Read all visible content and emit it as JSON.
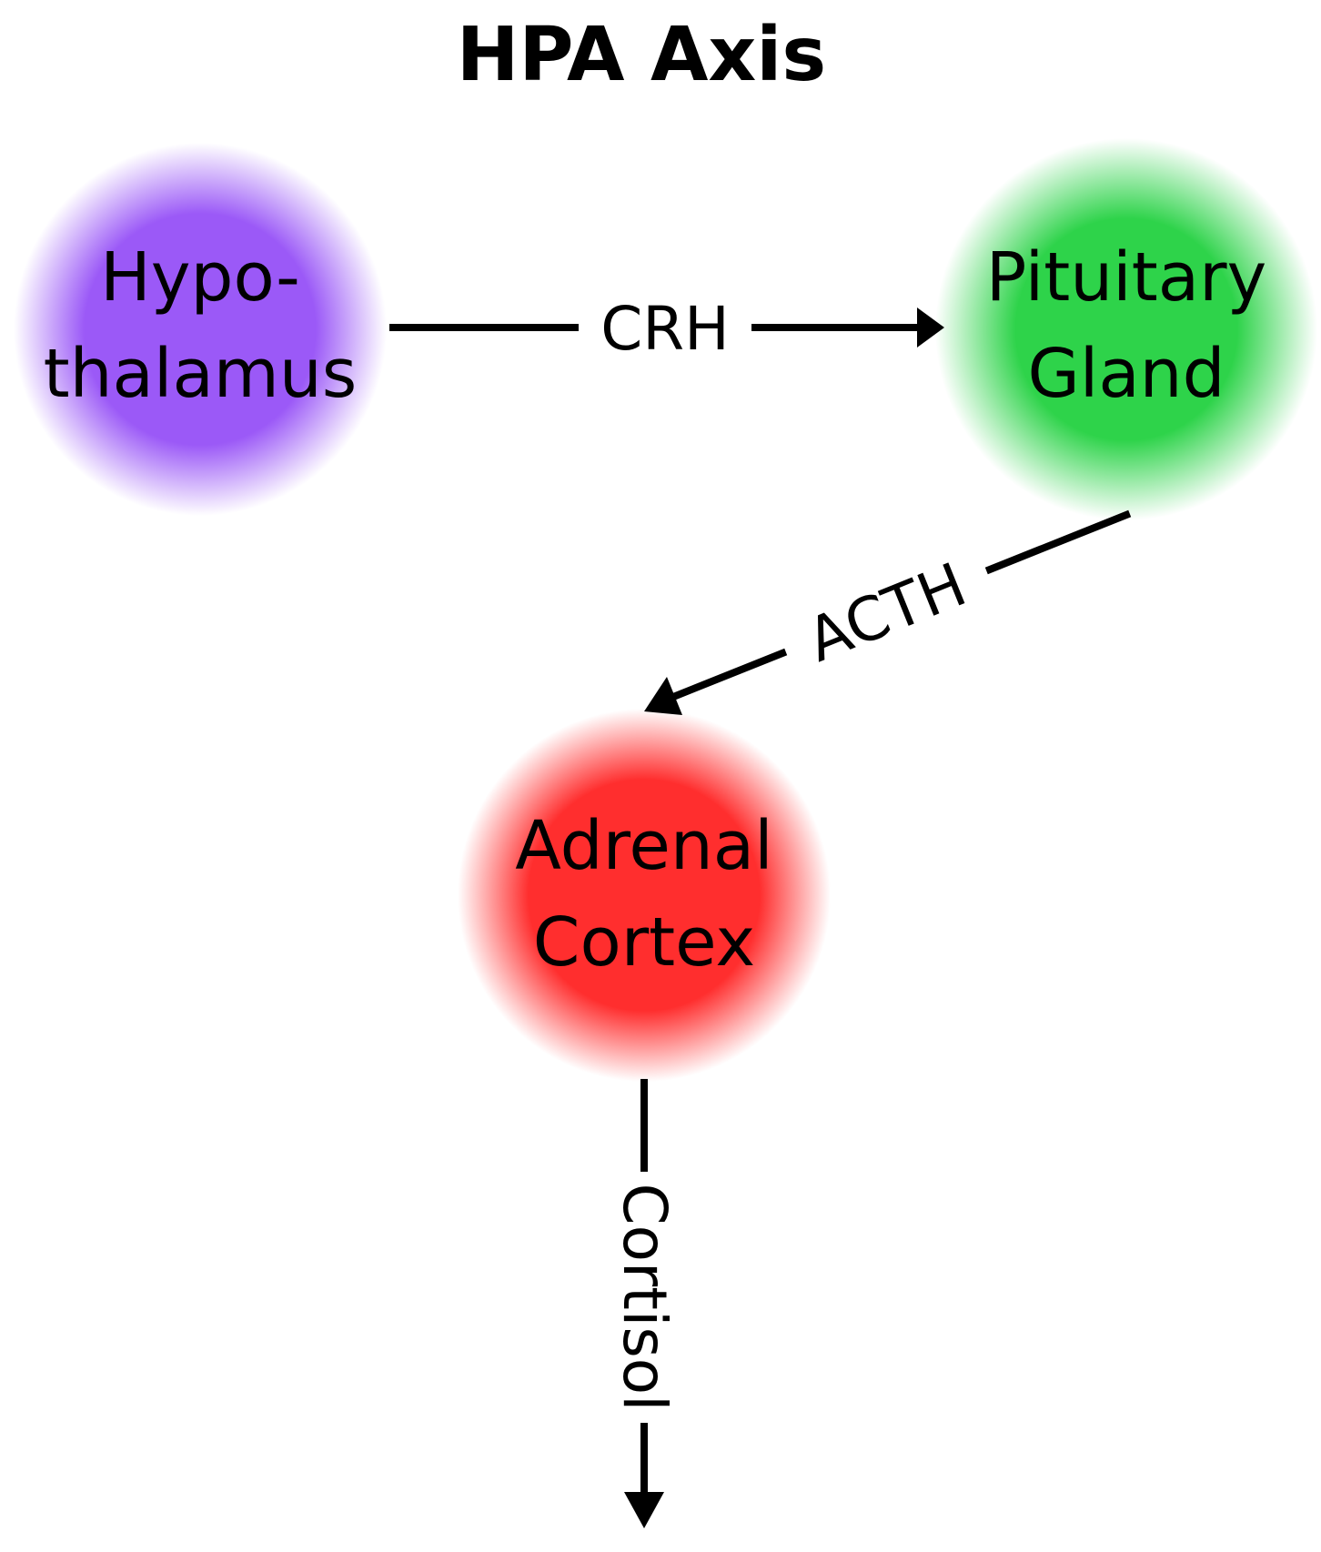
{
  "title": "HPA Axis",
  "nodes": {
    "hypothalamus": {
      "line1": "Hypo-",
      "line2": "thalamus",
      "color": "#9b59f7"
    },
    "pituitary": {
      "line1": "Pituitary",
      "line2": "Gland",
      "color": "#2ed34a"
    },
    "adrenal": {
      "line1": "Adrenal",
      "line2": "Cortex",
      "color": "#ff2e2e"
    }
  },
  "edges": {
    "crh": "CRH",
    "acth": "ACTH",
    "cortisol": "Cortisol"
  }
}
